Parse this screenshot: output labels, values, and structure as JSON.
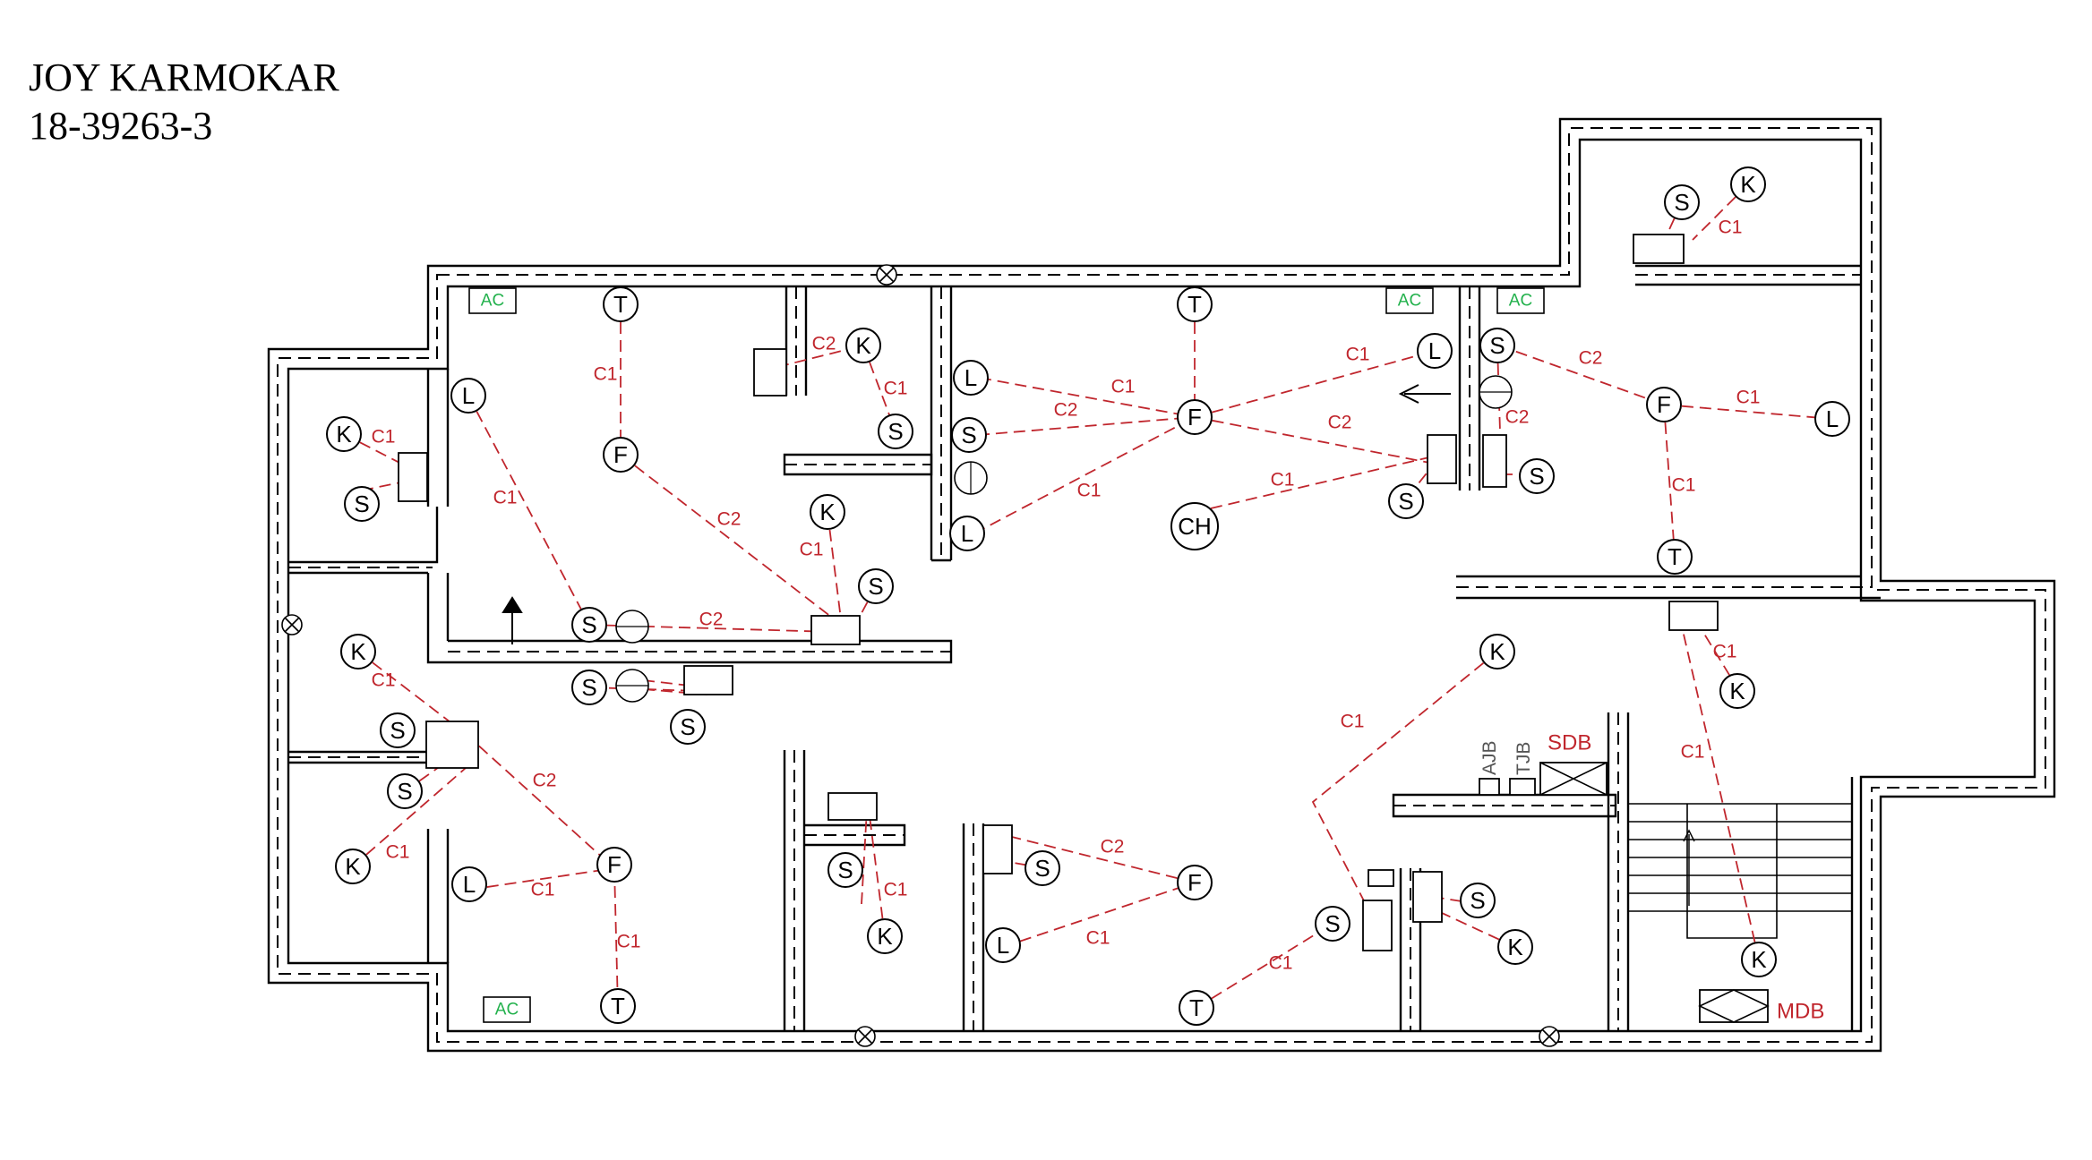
{
  "title_block": {
    "name": "JOY KARMOKAR",
    "id_number": "18-39263-3"
  },
  "symbol_legend": {
    "T": "T",
    "F": "F",
    "L": "L",
    "S": "S",
    "K": "K",
    "CH": "CH"
  },
  "circuits": {
    "c1": "C1",
    "c2": "C2"
  },
  "ac_label": "AC",
  "boards": {
    "sdb": "SDB",
    "mdb": "MDB",
    "ajb": "AJB",
    "tjb": "TJB"
  },
  "colors": {
    "circuit_wire": "#c0262d",
    "ac_text": "#22b14c",
    "wall": "#000000"
  }
}
